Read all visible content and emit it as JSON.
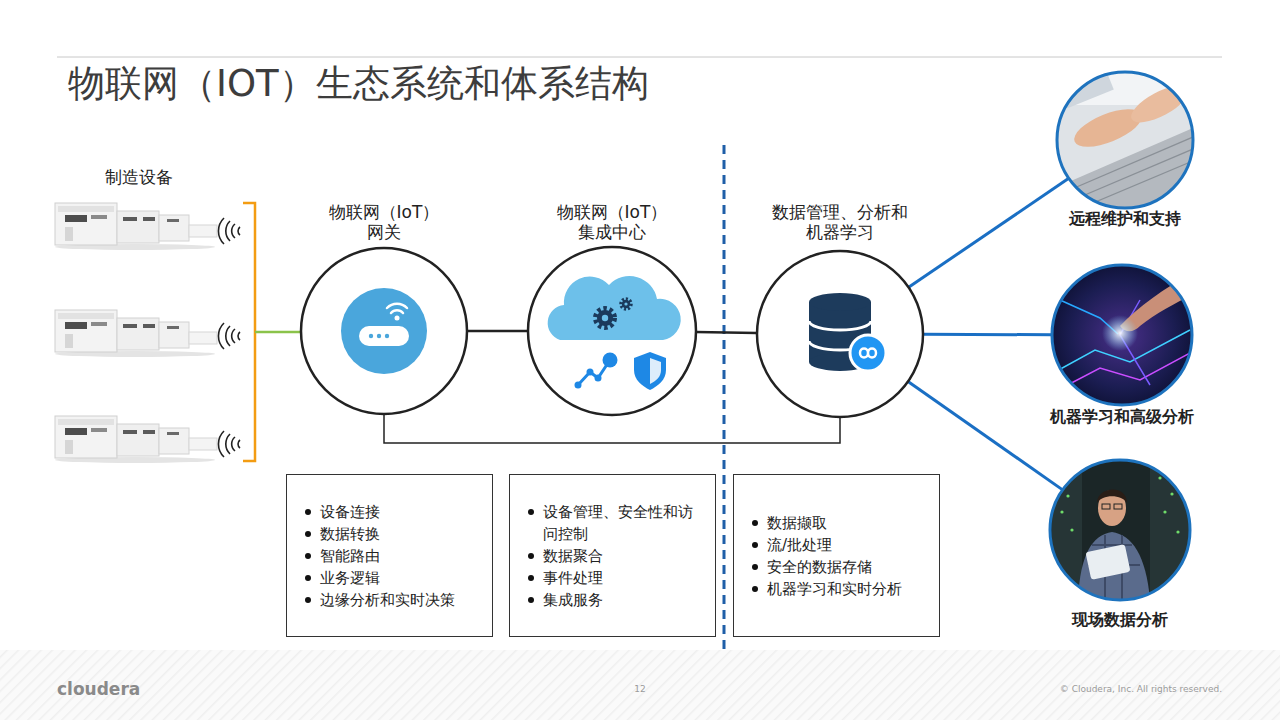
{
  "diagram": {
    "title": "物联网（IOT）生态系统和体系结构",
    "nodes": [
      {
        "text": [
          "物联网（IoT） 网关"
        ]
      },
      {
        "text": [
          "物联网（IoT） 集成中心"
        ]
      },
      {
        "text": [
          "数据管理、分析和 机器学习"
        ]
      },
      {
        "text": [
          "远程维护和支持"
        ]
      },
      {
        "text": [
          "机器学习和高级分析"
        ]
      },
      {
        "text": [
          "现场数据分析"
        ]
      },
      {
        "text": [
          "设备连接",
          "数据转换",
          "智能路由",
          "业务逻辑",
          "边缘分析和实时决策"
        ]
      },
      {
        "text": [
          "设备管理、安全性和访 问控制",
          "数据聚合",
          "事件处理",
          "集成服务"
        ]
      },
      {
        "text": [
          "数据撷取",
          "流/批处理",
          "安全的数据存储",
          "机器学习和实时分析"
        ]
      }
    ],
    "edges": [
      {
        "from": 0,
        "to": 1,
        "arrow": "none"
      },
      {
        "from": 1,
        "to": 2,
        "arrow": "none"
      },
      {
        "from": 0,
        "to": 2,
        "arrow": "none"
      },
      {
        "from": 2,
        "to": 3,
        "arrow": "none"
      },
      {
        "from": 2,
        "to": 4,
        "arrow": "none"
      },
      {
        "from": 2,
        "to": 5,
        "arrow": "none"
      }
    ],
    "labels": [
      "制造设备",
      "cloudera",
      "12",
      "© Cloudera, Inc. All rights reserved."
    ]
  }
}
